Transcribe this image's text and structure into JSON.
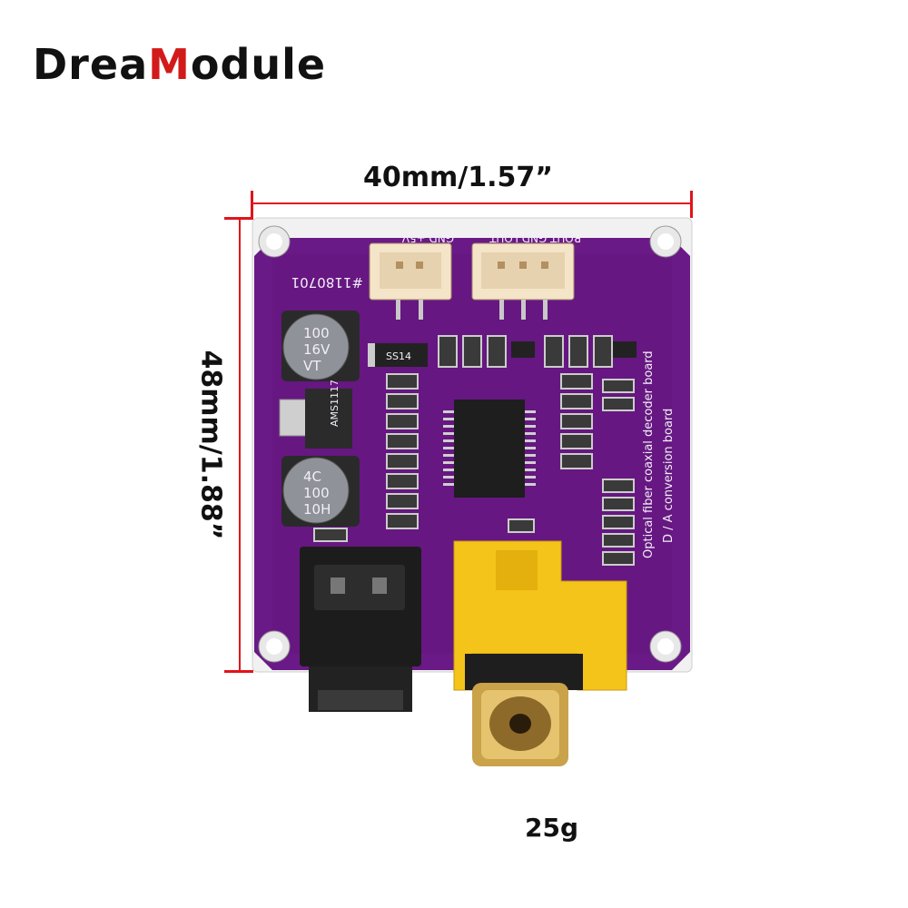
{
  "brand": {
    "logo_text": "DreaModule",
    "accent_color": "#d21a1a"
  },
  "dimensions": {
    "width_label": "40mm/1.57”",
    "height_label": "48mm/1.88”",
    "line_color": "#e0141b"
  },
  "weight_label": "25g",
  "board": {
    "pcb_color": "#6a1a86",
    "silkscreen": {
      "power_pins": "GND +5V",
      "audio_pins": "ROUT GND LOUT",
      "board_id": "#1180701",
      "desc_line1": "Optical fiber coaxial decoder board",
      "desc_line2": "D / A conversion board"
    },
    "cap_top": [
      "100",
      "16V",
      "VT"
    ],
    "cap_bottom": [
      "4C",
      "100",
      "10H"
    ],
    "regulator": "AMS1117",
    "diode": "SS14"
  }
}
